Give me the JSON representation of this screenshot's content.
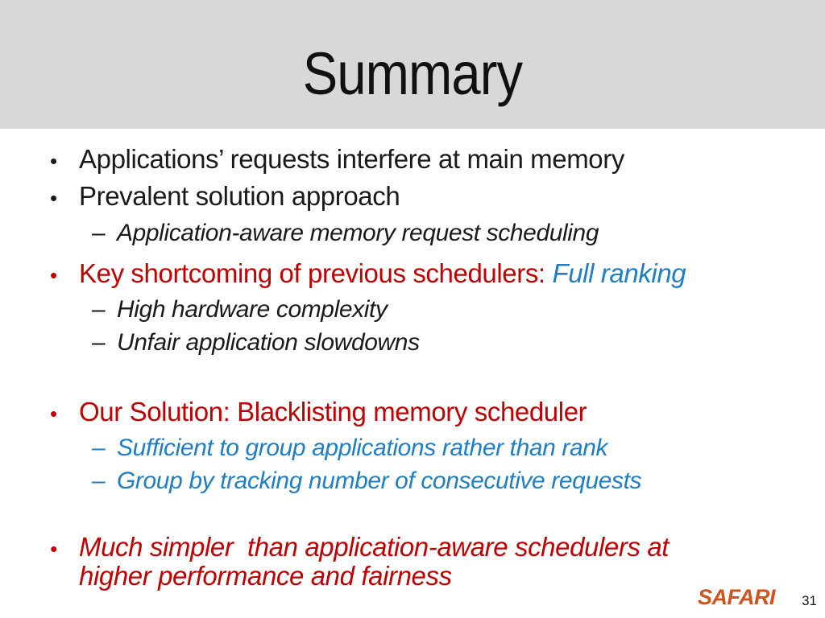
{
  "slide": {
    "title": "Summary",
    "glyphs": {
      "bullet": "•",
      "dash": "–"
    },
    "bullets": [
      {
        "level": 1,
        "color": "black",
        "italic": false,
        "text": "Applications’ requests interfere at main memory"
      },
      {
        "level": 1,
        "color": "black",
        "italic": false,
        "text": "Prevalent solution approach"
      },
      {
        "level": 2,
        "color": "black",
        "italic": true,
        "text": "Application-aware memory request scheduling"
      },
      {
        "level": 1,
        "color": "red",
        "italic": false,
        "segments": [
          {
            "text": "Key shortcoming of previous schedulers: ",
            "color": "red",
            "italic": false
          },
          {
            "text": "Full ranking",
            "color": "blue",
            "italic": true
          }
        ]
      },
      {
        "level": 2,
        "color": "black",
        "italic": true,
        "text": "High hardware complexity"
      },
      {
        "level": 2,
        "color": "black",
        "italic": true,
        "text": "Unfair application slowdowns"
      },
      {
        "level": 1,
        "color": "red",
        "italic": false,
        "text": "Our Solution: Blacklisting memory scheduler"
      },
      {
        "level": 2,
        "color": "blue",
        "italic": true,
        "text": "Sufficient to group applications rather than rank"
      },
      {
        "level": 2,
        "color": "blue",
        "italic": true,
        "text": "Group by tracking number of consecutive requests"
      },
      {
        "level": 1,
        "color": "red",
        "italic": true,
        "text": "Much simpler  than application-aware schedulers at higher performance and fairness"
      }
    ]
  },
  "footer": {
    "logo": "SAFARI",
    "page_number": "31"
  },
  "colors": {
    "header_band": "#d8d8d8",
    "text_black": "#1a1a1a",
    "accent_red": "#c00000",
    "accent_blue": "#1f7ec4",
    "safari_orange": "#d0521f",
    "background": "#ffffff"
  }
}
